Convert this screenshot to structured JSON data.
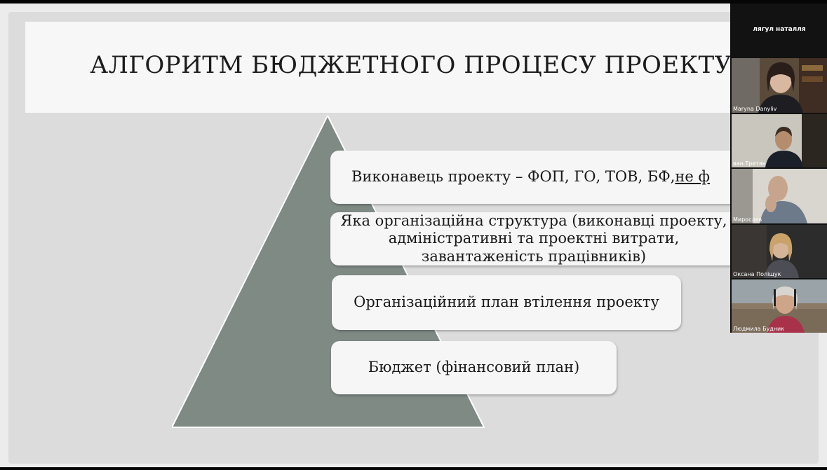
{
  "slide": {
    "title": "АЛГОРИТМ БЮДЖЕТНОГО ПРОЦЕСУ ПРОЕКТУ",
    "boxes": [
      {
        "text_main": "Виконавець проекту – ФОП, ГО, ТОВ, БФ, ",
        "text_underlined": "не ф"
      },
      {
        "text": "Яка організаційна структура (виконавці проекту, адміністративні та проектні витрати, завантаженість працівників)"
      },
      {
        "text": "Організаційний план втілення проекту"
      },
      {
        "text": "Бюджет (фінансовий план)"
      }
    ],
    "colors": {
      "pyramid": "#7f8a85",
      "slide_bg": "#dcdcdc",
      "title_band": "#f7f7f7"
    }
  },
  "participants": [
    {
      "name": "лягул наталля",
      "video": false
    },
    {
      "name": "Maryna Danyliv",
      "video": true
    },
    {
      "name": "ван Третяк",
      "video": true
    },
    {
      "name": "Мирослав",
      "video": true
    },
    {
      "name": "Оксана Поліщук",
      "video": true
    },
    {
      "name": "Людмила Будник",
      "video": true
    }
  ]
}
